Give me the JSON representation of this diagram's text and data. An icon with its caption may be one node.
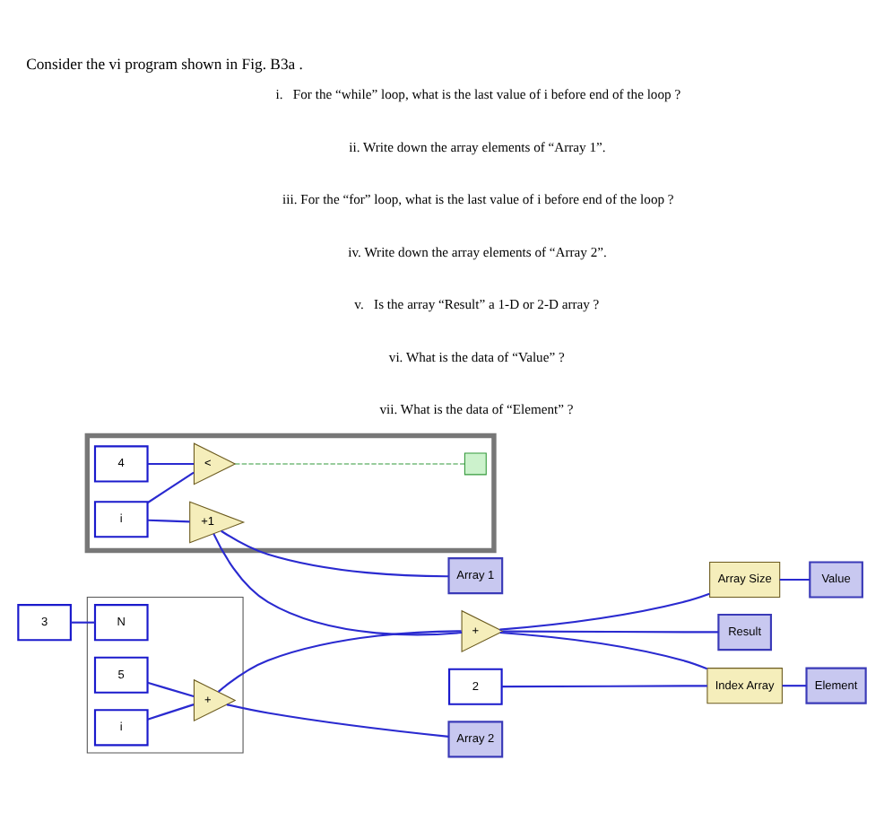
{
  "diagram": {
    "title": "Consider the vi program shown in Fig. B3a .",
    "nodes": [
      {
        "text": [],
        "shape": "box"
      },
      {
        "text": [
          "i"
        ],
        "in": 0
      },
      {
        "text": [
          "4"
        ],
        "in": 0
      },
      {
        "text": [
          "+1"
        ],
        "in": 0
      },
      {
        "text": [
          "<"
        ],
        "in": 0
      },
      {
        "text": [],
        "shape": "box",
        "in": 0
      },
      {
        "text": [],
        "shape": "box"
      },
      {
        "text": [
          "N"
        ],
        "in": 6
      },
      {
        "text": [
          "3"
        ]
      },
      {
        "text": [
          "5"
        ],
        "in": 6
      },
      {
        "text": [
          "i"
        ],
        "in": 6
      },
      {
        "text": [
          "+"
        ],
        "in": 6
      },
      {
        "text": [
          "Array 1"
        ]
      },
      {
        "text": [
          "Array 2"
        ]
      },
      {
        "text": [
          "+"
        ]
      },
      {
        "text": [
          "Array Size"
        ]
      },
      {
        "text": [
          "Value"
        ]
      },
      {
        "text": [
          "Result"
        ]
      },
      {
        "text": [
          "Index Array"
        ]
      },
      {
        "text": [
          "2"
        ]
      },
      {
        "text": [
          "Element"
        ]
      }
    ],
    "edges": [
      {
        "from": 1,
        "to": 3,
        "arrow": "none"
      },
      {
        "from": 1,
        "to": 4,
        "arrow": "none"
      },
      {
        "from": 2,
        "to": 4,
        "arrow": "none"
      },
      {
        "from": 4,
        "to": 5,
        "arrow": "none",
        "style": "dashed",
        "color": "#33993a"
      },
      {
        "from": 3,
        "to": 12,
        "arrow": "none"
      },
      {
        "from": 3,
        "to": 14,
        "arrow": "none"
      },
      {
        "from": 8,
        "to": 7,
        "arrow": "none"
      },
      {
        "from": 9,
        "to": 11,
        "arrow": "none"
      },
      {
        "from": 10,
        "to": 11,
        "arrow": "none"
      },
      {
        "from": 11,
        "to": 13,
        "arrow": "none"
      },
      {
        "from": 11,
        "to": 14,
        "arrow": "none"
      },
      {
        "from": 14,
        "to": 15,
        "arrow": "none"
      },
      {
        "from": 14,
        "to": 17,
        "arrow": "none"
      },
      {
        "from": 14,
        "to": 18,
        "arrow": "none"
      },
      {
        "from": 15,
        "to": 16,
        "arrow": "none"
      },
      {
        "from": 19,
        "to": 18,
        "arrow": "none"
      },
      {
        "from": 18,
        "to": 20,
        "arrow": "none"
      }
    ],
    "labels": [
      "i.   For the “while” loop, what is the last value of i before end of the loop ?",
      "ii. Write down the array elements of “Array 1”.",
      "iii. For the “for” loop, what is the last value of i before end of the loop ?",
      "iv. Write down the array elements of “Array 2”.",
      "v.   Is the array “Result” a 1-D or 2-D array ?",
      "vi. What is the data of “Value” ?",
      "vii. What is the data of “Element” ?"
    ]
  }
}
